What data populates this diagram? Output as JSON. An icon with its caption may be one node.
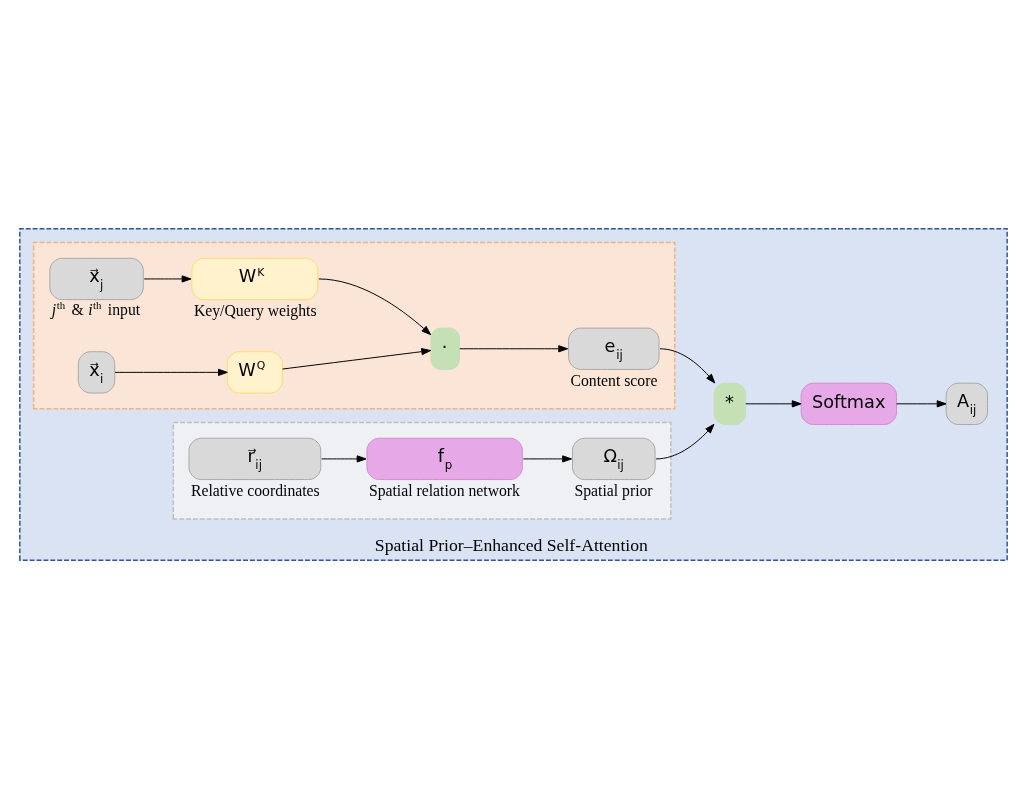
{
  "diagram": {
    "nodes": [
      {
        "text": [
          "Spatial Prior–Enhanced Self-Attention"
        ]
      },
      {
        "text": [],
        "shape": "box",
        "in": 0
      },
      {
        "text": [
          "x⃗$_{j}$"
        ],
        "in": 1,
        "beside": [
          "*j*$^{th}$ & *i*$^{th}$ input"
        ]
      },
      {
        "text": [
          "W$^{K}$"
        ],
        "in": 1,
        "beside": [
          "Key/Query weights"
        ]
      },
      {
        "text": [
          "·"
        ],
        "in": 1
      },
      {
        "text": [
          "e$_{ij}$"
        ],
        "in": 1,
        "beside": [
          "Content score"
        ]
      },
      {
        "text": [
          "x⃗$_{i}$"
        ],
        "in": 1
      },
      {
        "text": [
          "W$^{Q}$"
        ],
        "in": 1
      },
      {
        "text": [
          "*"
        ],
        "in": 0
      },
      {
        "text": [
          "Softmax"
        ],
        "in": 0
      },
      {
        "text": [
          "A$_{ij}$"
        ],
        "in": 0
      },
      {
        "text": [],
        "shape": "box",
        "in": 0
      },
      {
        "text": [
          "r⃗$_{ij}$"
        ],
        "in": 11,
        "beside": [
          "Relative coordinates"
        ]
      },
      {
        "text": [
          "f$_{p}$"
        ],
        "in": 11,
        "beside": [
          "Spatial relation network"
        ]
      },
      {
        "text": [
          "Ω$_{ij}$"
        ],
        "in": 11,
        "beside": [
          "Spatial prior"
        ]
      }
    ],
    "edges": [
      {
        "from": 2,
        "to": 3,
        "arrow": "to"
      },
      {
        "from": 6,
        "to": 7,
        "arrow": "to"
      },
      {
        "from": 3,
        "to": 4,
        "arrow": "to"
      },
      {
        "from": 7,
        "to": 4,
        "arrow": "to"
      },
      {
        "from": 4,
        "to": 5,
        "arrow": "to"
      },
      {
        "from": 5,
        "to": 8,
        "arrow": "to"
      },
      {
        "from": 8,
        "to": 9,
        "arrow": "to"
      },
      {
        "from": 9,
        "to": 10,
        "arrow": "to"
      },
      {
        "from": 12,
        "to": 13,
        "arrow": "to"
      },
      {
        "from": 13,
        "to": 14,
        "arrow": "to"
      },
      {
        "from": 14,
        "to": 8,
        "arrow": "to"
      }
    ]
  }
}
